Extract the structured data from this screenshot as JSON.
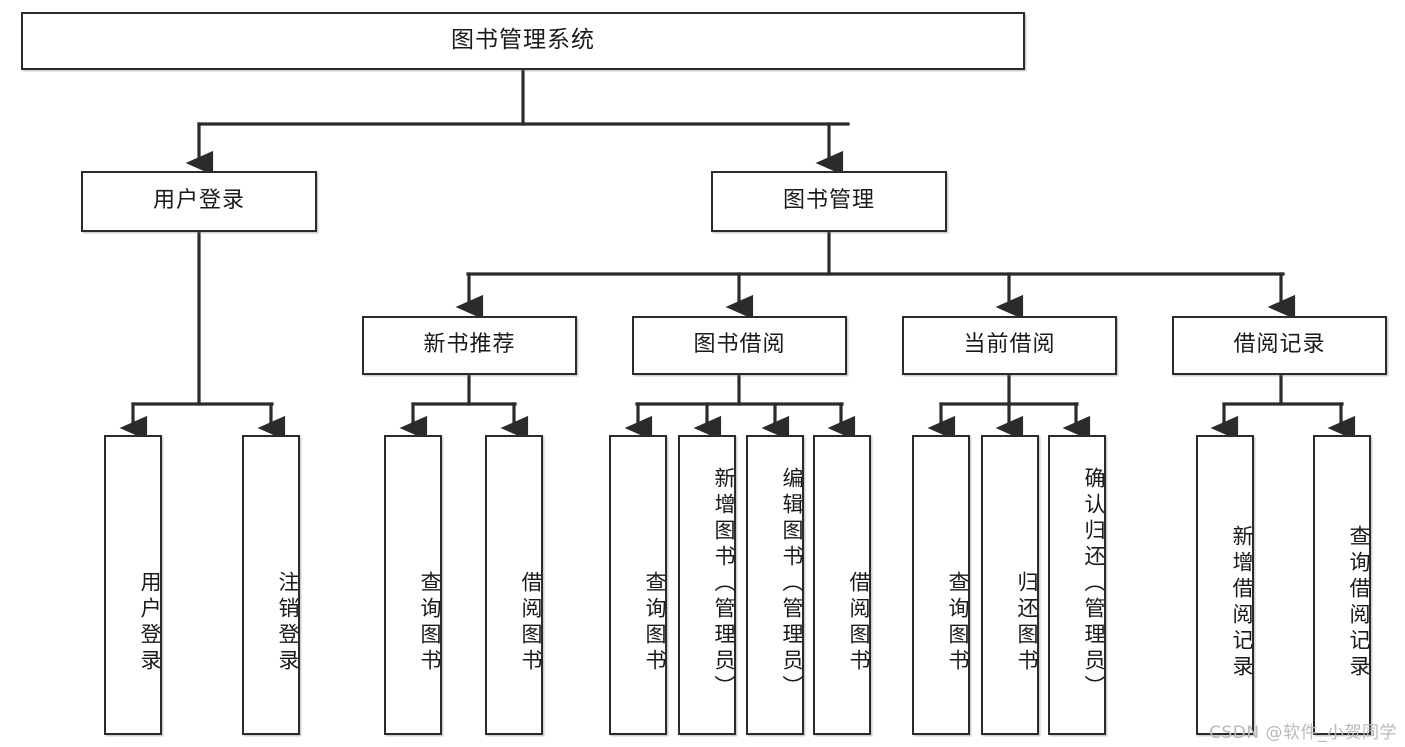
{
  "diagram": {
    "type": "hierarchy-tree",
    "title": "图书管理系统",
    "watermark": "CSDN @软件_小贺同学",
    "colors": {
      "stroke": "#2b2b2b",
      "fill": "#ffffff",
      "text": "#1a1a1a",
      "watermark": "#b9b9b9"
    },
    "nodes": {
      "root": {
        "label": "图书管理系统",
        "orientation": "horizontal"
      },
      "l1": [
        {
          "id": "user_login",
          "label": "用户登录",
          "orientation": "horizontal"
        },
        {
          "id": "book_manage",
          "label": "图书管理",
          "orientation": "horizontal"
        }
      ],
      "l2": [
        {
          "id": "new_book_rec",
          "label": "新书推荐",
          "orientation": "horizontal"
        },
        {
          "id": "book_borrow",
          "label": "图书借阅",
          "orientation": "horizontal"
        },
        {
          "id": "current_borrow",
          "label": "当前借阅",
          "orientation": "horizontal"
        },
        {
          "id": "borrow_record",
          "label": "借阅记录",
          "orientation": "horizontal"
        }
      ],
      "leaves": [
        {
          "id": "leaf_user_login",
          "label": "用户登录",
          "parent": "user_login",
          "orientation": "vertical"
        },
        {
          "id": "leaf_logout",
          "label": "注销登录",
          "parent": "user_login",
          "orientation": "vertical"
        },
        {
          "id": "leaf_query_book_1",
          "label": "查询图书",
          "parent": "new_book_rec",
          "orientation": "vertical"
        },
        {
          "id": "leaf_borrow_book_1",
          "label": "借阅图书",
          "parent": "new_book_rec",
          "orientation": "vertical"
        },
        {
          "id": "leaf_query_book_2",
          "label": "查询图书",
          "parent": "book_borrow",
          "orientation": "vertical"
        },
        {
          "id": "leaf_add_book",
          "label": "新增图书（管理员）",
          "parent": "book_borrow",
          "orientation": "vertical"
        },
        {
          "id": "leaf_edit_book",
          "label": "编辑图书（管理员）",
          "parent": "book_borrow",
          "orientation": "vertical"
        },
        {
          "id": "leaf_borrow_book_2",
          "label": "借阅图书",
          "parent": "book_borrow",
          "orientation": "vertical"
        },
        {
          "id": "leaf_query_book_3",
          "label": "查询图书",
          "parent": "current_borrow",
          "orientation": "vertical"
        },
        {
          "id": "leaf_return_book",
          "label": "归还图书",
          "parent": "current_borrow",
          "orientation": "vertical"
        },
        {
          "id": "leaf_confirm_return",
          "label": "确认归还（管理员）",
          "parent": "current_borrow",
          "orientation": "vertical"
        },
        {
          "id": "leaf_add_record",
          "label": "新增借阅记录",
          "parent": "borrow_record",
          "orientation": "vertical"
        },
        {
          "id": "leaf_query_record",
          "label": "查询借阅记录",
          "parent": "borrow_record",
          "orientation": "vertical"
        }
      ]
    }
  }
}
